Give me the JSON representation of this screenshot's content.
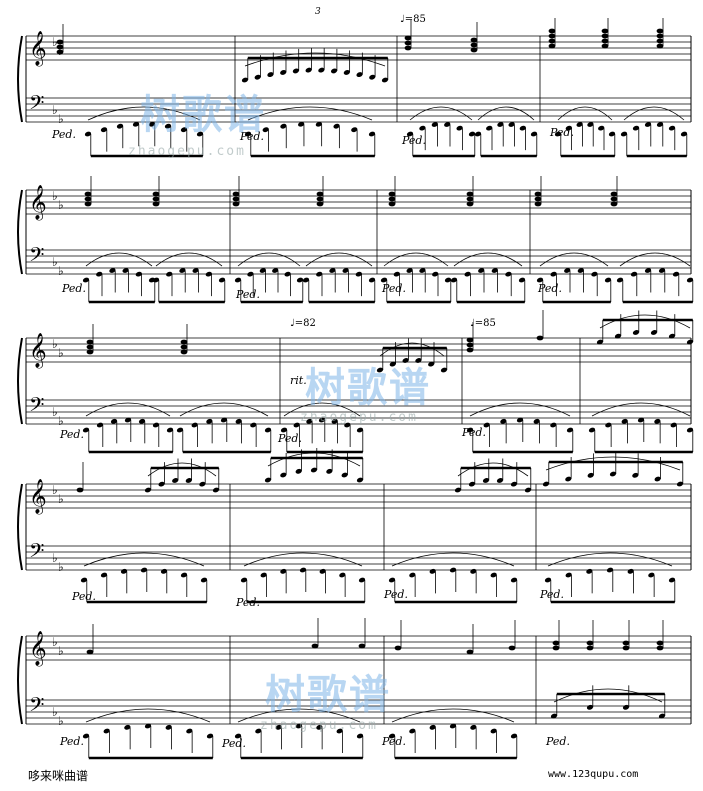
{
  "score": {
    "tempo_marks": [
      "♩=85",
      "♩=82",
      "♩=85"
    ],
    "tuplet_number": "3",
    "expression": "rit.",
    "pedal_mark": "Ped."
  },
  "watermark": {
    "text": "树歌谱",
    "url": "zhaogepu.com"
  },
  "footer": {
    "left": "哆来咪曲谱",
    "right": "www.123qupu.com"
  }
}
